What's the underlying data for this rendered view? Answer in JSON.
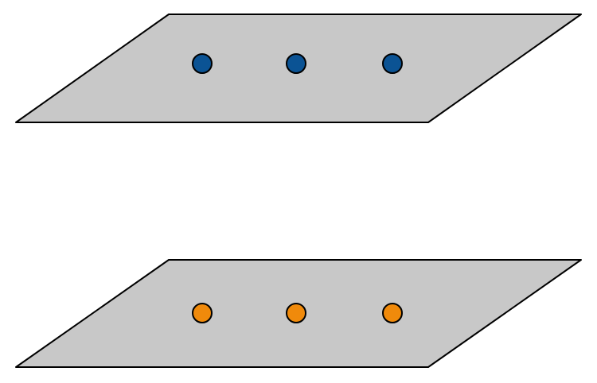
{
  "colors": {
    "background": "#ffffff",
    "plane_fill": "#c8c8c8",
    "outline": "#000000",
    "top_dot": "#0b5394",
    "bottom_dot": "#f08a0b"
  },
  "planes": [
    {
      "id": "top-plane",
      "dot_count": 3,
      "dot_color_key": "top_dot"
    },
    {
      "id": "bottom-plane",
      "dot_count": 3,
      "dot_color_key": "bottom_dot"
    }
  ]
}
